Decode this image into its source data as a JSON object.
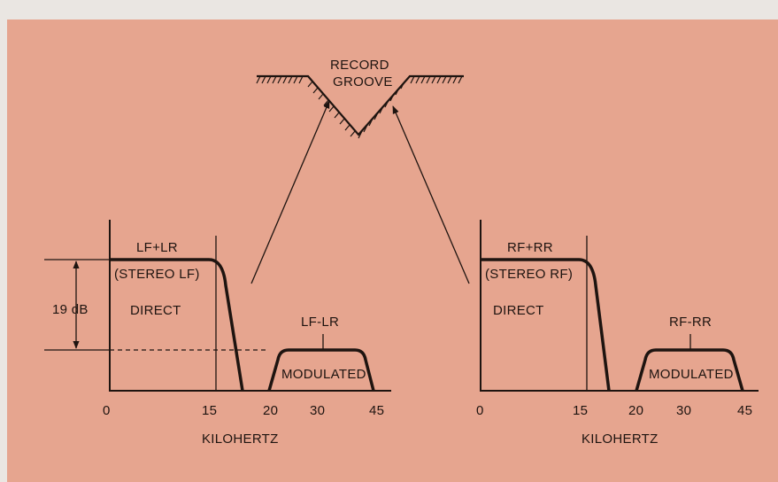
{
  "groove": {
    "line1": "RECORD",
    "line2": "GROOVE"
  },
  "left": {
    "top_label": "LF+LR",
    "stereo_label": "(STEREO LF)",
    "direct_label": "DIRECT",
    "side_label": "LF-LR",
    "modulated_label": "MODULATED",
    "db_label": "19 dB",
    "ticks": [
      "0",
      "15",
      "20",
      "30",
      "45"
    ],
    "axis_label": "KILOHERTZ"
  },
  "right": {
    "top_label": "RF+RR",
    "stereo_label": "(STEREO RF)",
    "direct_label": "DIRECT",
    "side_label": "RF-RR",
    "modulated_label": "MODULATED",
    "ticks": [
      "0",
      "15",
      "20",
      "30",
      "45"
    ],
    "axis_label": "KILOHERTZ"
  },
  "colors": {
    "background": "#e6a58f",
    "ink": "#1e1410",
    "frame": "#eae6e2"
  }
}
